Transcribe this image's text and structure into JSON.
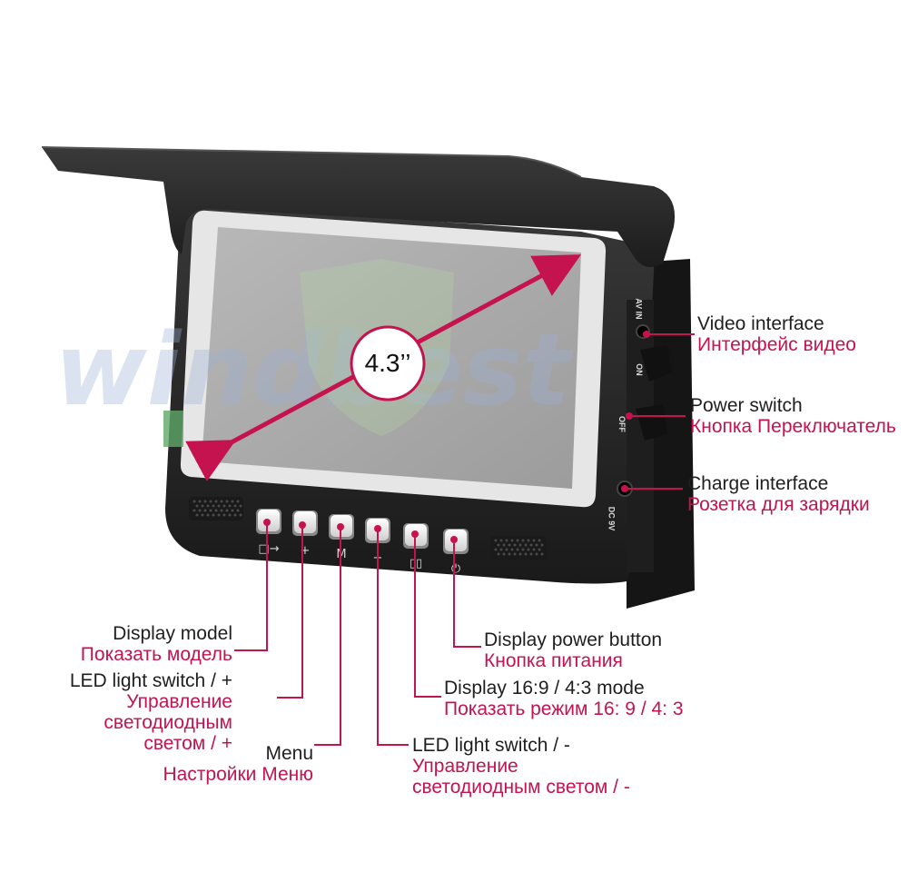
{
  "watermark": "windbest",
  "screen": {
    "diagonal_label": "4.3’’"
  },
  "side_port_labels": {
    "av_in": "AV IN",
    "on": "ON",
    "off": "OFF",
    "dc": "DC 9V"
  },
  "button_glyphs": [
    "□→",
    "+",
    "M",
    "−",
    "▯▯",
    "⏻"
  ],
  "callouts": {
    "video_interface": {
      "en": "Video interface",
      "ru": "Интерфейс видео"
    },
    "power_switch": {
      "en": "Power switch",
      "ru": "Кнопка Переключатель"
    },
    "charge_interface": {
      "en": "Charge interface",
      "ru": "Розетка для зарядки"
    },
    "display_model": {
      "en": "Display model",
      "ru": "Показать модель"
    },
    "led_plus": {
      "en": "LED light switch / +",
      "ru_line1": "Управление",
      "ru_line2": "светодиодным",
      "ru_line3": "светом / +"
    },
    "menu": {
      "en": "Menu",
      "ru": "Настройки  Меню"
    },
    "power_button": {
      "en": "Display  power button",
      "ru": "Кнопка питания"
    },
    "aspect_mode": {
      "en": "Display 16:9 / 4:3 mode",
      "ru": "Показать режим 16: 9 / 4: 3"
    },
    "led_minus": {
      "en": "LED light switch / -",
      "ru_line1": "Управление",
      "ru_line2": "светодиодным  светом / -"
    }
  },
  "colors": {
    "accent": "#c4134f",
    "device_body": "#2a2a2a",
    "screen": "#a8a8a8",
    "text": "#1f1f1f"
  }
}
